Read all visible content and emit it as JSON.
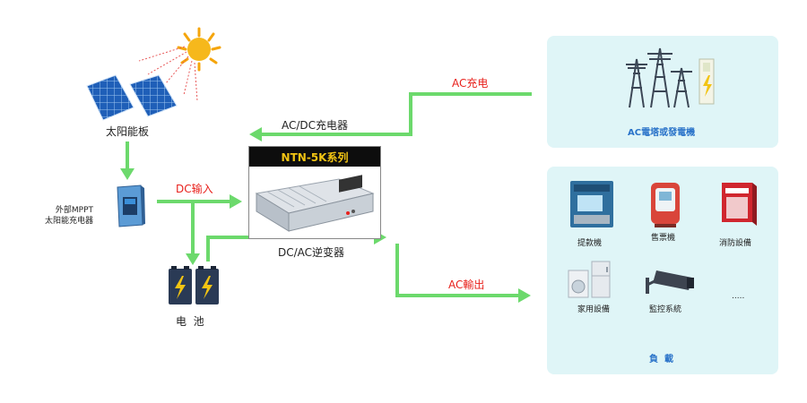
{
  "solar": {
    "label": "太阳能板"
  },
  "mppt": {
    "label_line1": "外部MPPT",
    "label_line2": "太阳能充电器"
  },
  "battery": {
    "label": "电  池"
  },
  "product": {
    "title": "NTN-5K系列"
  },
  "edges": {
    "dc_input": "DC输入",
    "ac_dc_charger": "AC/DC充电器",
    "ac_charge": "AC充电",
    "dc_ac_inverter": "DC/AC逆变器",
    "ac_output": "AC輸出"
  },
  "grid_panel": {
    "label": "AC電塔或發電機"
  },
  "load_panel": {
    "label": "負  載",
    "items": [
      "提款機",
      "售票機",
      "消防設備",
      "家用設備",
      "監控系統",
      "....."
    ]
  },
  "colors": {
    "arrow": "#6cd96c",
    "panel": "#dff5f7",
    "accent_red": "#e8211c",
    "accent_blue": "#2a73c9",
    "title_yellow": "#f2c413"
  }
}
